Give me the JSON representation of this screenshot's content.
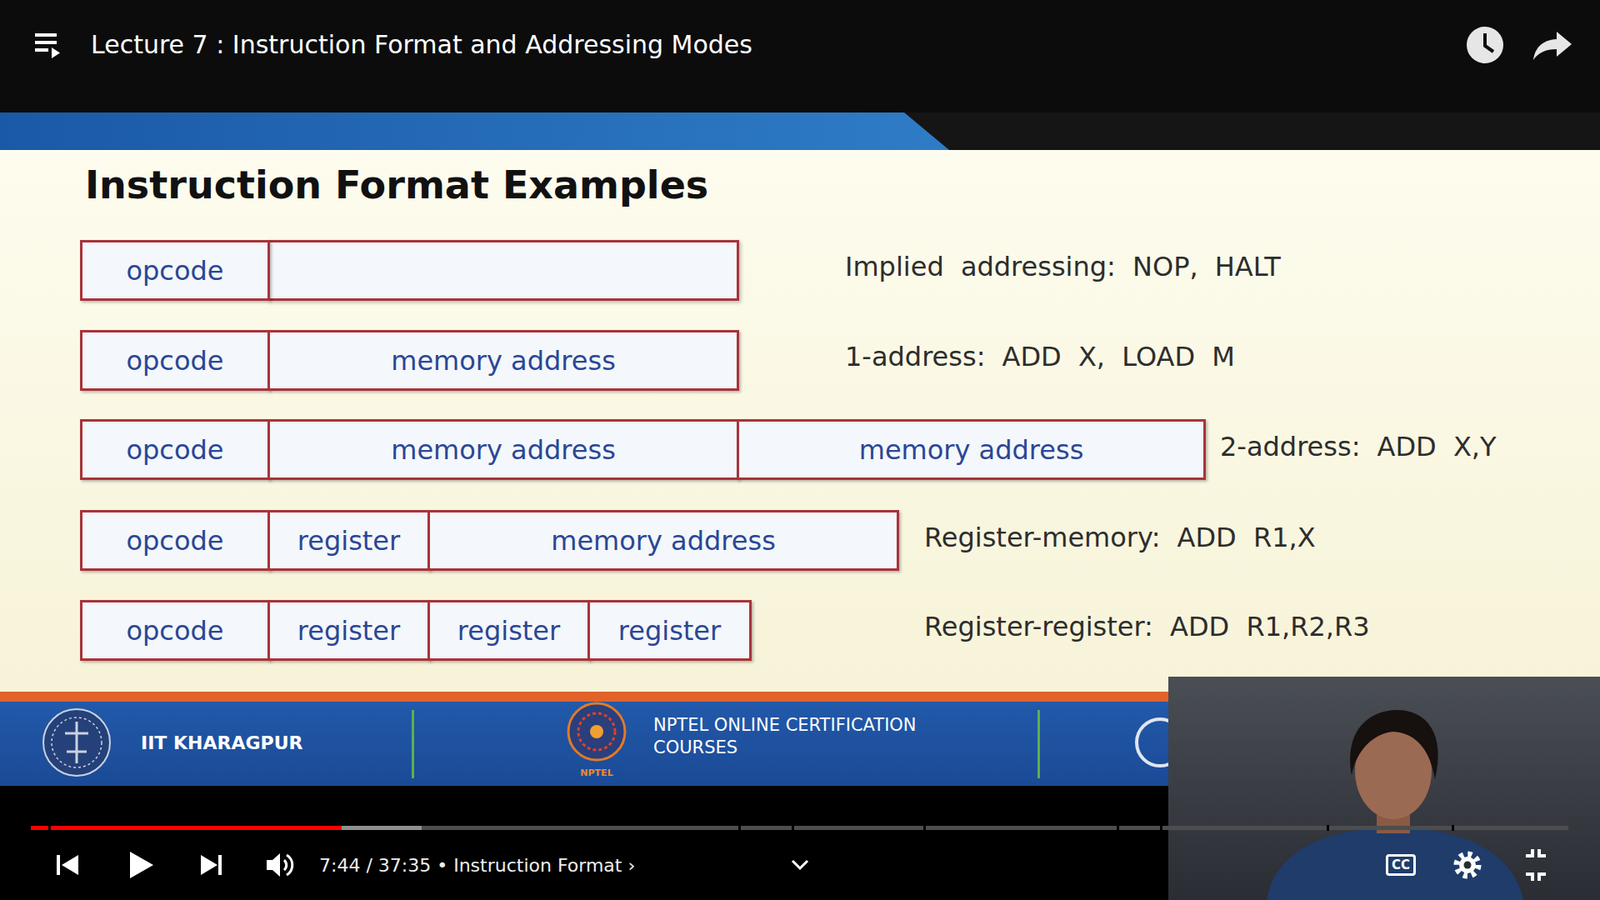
{
  "diagram": {
    "title": "Instruction Format Examples",
    "nodes": [
      {
        "text": [
          "opcode"
        ]
      },
      {
        "text": [
          "opcode"
        ]
      },
      {
        "text": [
          "memory address"
        ]
      },
      {
        "text": [
          "opcode"
        ]
      },
      {
        "text": [
          "memory address"
        ]
      },
      {
        "text": [
          "memory address"
        ]
      },
      {
        "text": [
          "opcode"
        ]
      },
      {
        "text": [
          "register"
        ]
      },
      {
        "text": [
          "memory address"
        ]
      },
      {
        "text": [
          "opcode"
        ]
      },
      {
        "text": [
          "register"
        ]
      },
      {
        "text": [
          "register"
        ]
      },
      {
        "text": [
          "register"
        ]
      }
    ],
    "labels": [
      "Lecture 7 : Instruction Format and Addressing Modes",
      "Implied addressing: NOP, HALT",
      "1-address: ADD X, LOAD M",
      "2-address: ADD X,Y",
      "Register-memory: ADD R1,X",
      "Register-register: ADD R1,R2,R3",
      "IIT KHARAGPUR",
      "NPTEL ONLINE CERTIFICATION COURSES",
      "NPTEL",
      "7:44 / 37:35 • Instruction Format ›",
      "CC"
    ]
  }
}
